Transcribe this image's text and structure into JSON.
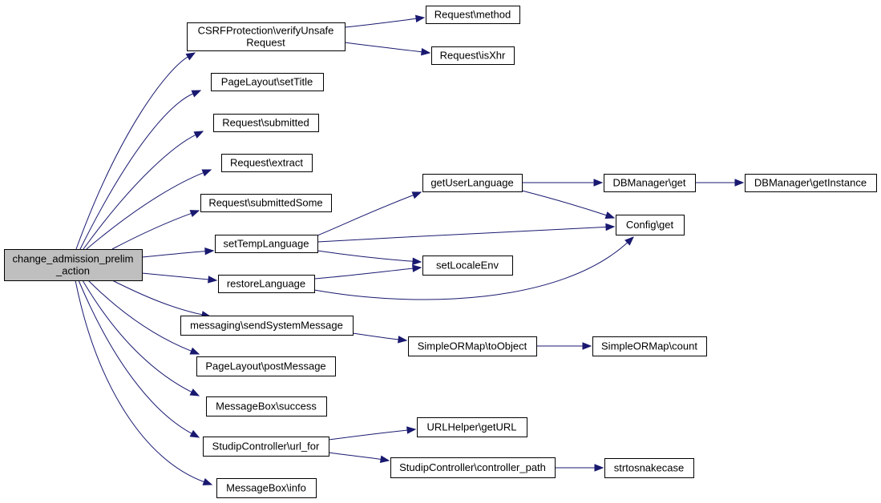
{
  "colors": {
    "edge": "#191970",
    "root_fill": "#bfbfbf",
    "node_fill": "#ffffff",
    "border": "#000000"
  },
  "nodes": {
    "root": [
      "change_admission_prelim",
      "_action"
    ],
    "csrf": [
      "CSRFProtection\\verifyUnsafe",
      "Request"
    ],
    "req_method": [
      "Request\\method"
    ],
    "req_isxhr": [
      "Request\\isXhr"
    ],
    "pl_settitle": [
      "PageLayout\\setTitle"
    ],
    "req_submitted": [
      "Request\\submitted"
    ],
    "req_extract": [
      "Request\\extract"
    ],
    "req_submittedsome": [
      "Request\\submittedSome"
    ],
    "settemplang": [
      "setTempLanguage"
    ],
    "restorelang": [
      "restoreLanguage"
    ],
    "getuserlang": [
      "getUserLanguage"
    ],
    "dbm_get": [
      "DBManager\\get"
    ],
    "dbm_getinstance": [
      "DBManager\\getInstance"
    ],
    "config_get": [
      "Config\\get"
    ],
    "setlocaleenv": [
      "setLocaleEnv"
    ],
    "msg_send": [
      "messaging\\sendSystemMessage"
    ],
    "orm_toobject": [
      "SimpleORMap\\toObject"
    ],
    "orm_count": [
      "SimpleORMap\\count"
    ],
    "pl_postmessage": [
      "PageLayout\\postMessage"
    ],
    "mb_success": [
      "MessageBox\\success"
    ],
    "sc_urlfor": [
      "StudipController\\url_for"
    ],
    "urlhelper_geturl": [
      "URLHelper\\getURL"
    ],
    "sc_controllerpath": [
      "StudipController\\controller_path"
    ],
    "strtosnakecase": [
      "strtosnakecase"
    ],
    "mb_info": [
      "MessageBox\\info"
    ]
  },
  "edges": [
    [
      "root",
      "csrf"
    ],
    [
      "root",
      "pl_settitle"
    ],
    [
      "root",
      "req_submitted"
    ],
    [
      "root",
      "req_extract"
    ],
    [
      "root",
      "req_submittedsome"
    ],
    [
      "root",
      "settemplang"
    ],
    [
      "root",
      "restorelang"
    ],
    [
      "root",
      "msg_send"
    ],
    [
      "root",
      "pl_postmessage"
    ],
    [
      "root",
      "mb_success"
    ],
    [
      "root",
      "sc_urlfor"
    ],
    [
      "root",
      "mb_info"
    ],
    [
      "csrf",
      "req_method"
    ],
    [
      "csrf",
      "req_isxhr"
    ],
    [
      "settemplang",
      "getuserlang"
    ],
    [
      "settemplang",
      "config_get"
    ],
    [
      "settemplang",
      "setlocaleenv"
    ],
    [
      "restorelang",
      "setlocaleenv"
    ],
    [
      "restorelang",
      "config_get"
    ],
    [
      "getuserlang",
      "dbm_get"
    ],
    [
      "getuserlang",
      "config_get"
    ],
    [
      "dbm_get",
      "dbm_getinstance"
    ],
    [
      "msg_send",
      "orm_toobject"
    ],
    [
      "orm_toobject",
      "orm_count"
    ],
    [
      "sc_urlfor",
      "urlhelper_geturl"
    ],
    [
      "sc_urlfor",
      "sc_controllerpath"
    ],
    [
      "sc_controllerpath",
      "strtosnakecase"
    ]
  ]
}
